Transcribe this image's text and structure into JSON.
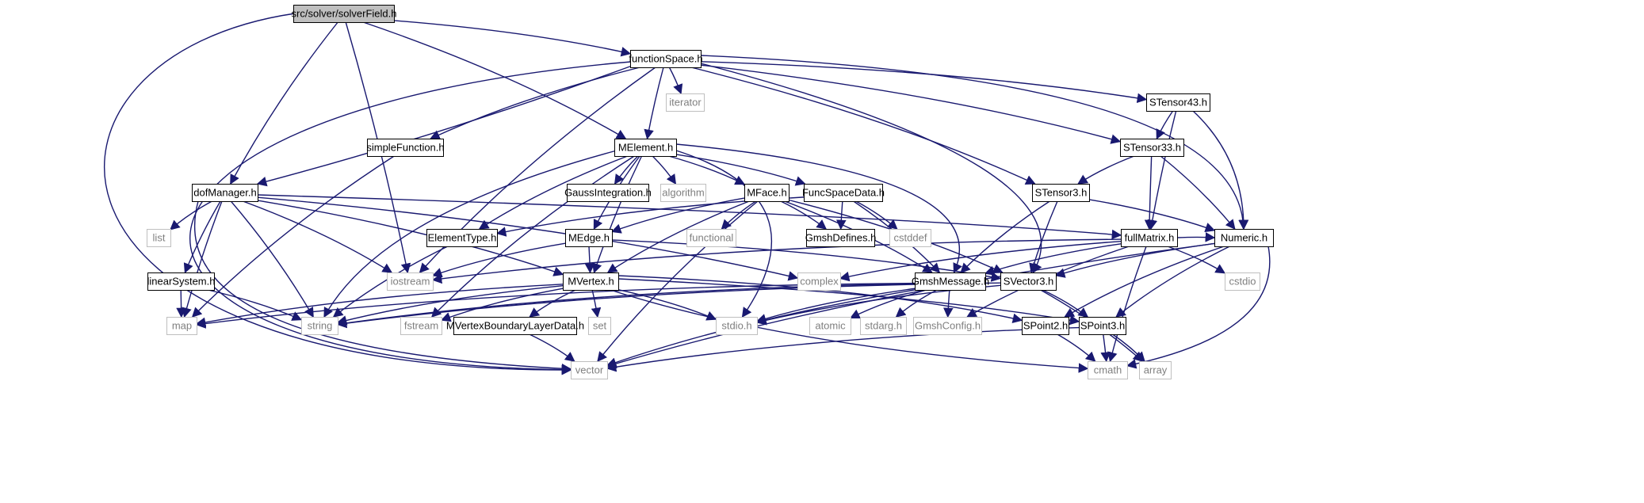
{
  "colors": {
    "edge": "#191970",
    "root_fill": "#bfbfbf",
    "header_fill": "#ffffff",
    "header_stroke": "#000000",
    "system_stroke": "#bfbfbf",
    "system_text": "#7f7f7f",
    "header_text": "#000000"
  },
  "nodes": [
    {
      "id": "solverfield",
      "label": "src/solver/solverField.h",
      "kind": "root"
    },
    {
      "id": "functionspace",
      "label": "functionSpace.h",
      "kind": "header"
    },
    {
      "id": "iterator",
      "label": "iterator",
      "kind": "system"
    },
    {
      "id": "stensor43",
      "label": "STensor43.h",
      "kind": "header"
    },
    {
      "id": "simplefunction",
      "label": "simpleFunction.h",
      "kind": "header"
    },
    {
      "id": "melement",
      "label": "MElement.h",
      "kind": "header"
    },
    {
      "id": "stensor33",
      "label": "STensor33.h",
      "kind": "header"
    },
    {
      "id": "dofmanager",
      "label": "dofManager.h",
      "kind": "header"
    },
    {
      "id": "gaussintegration",
      "label": "GaussIntegration.h",
      "kind": "header"
    },
    {
      "id": "algorithm",
      "label": "algorithm",
      "kind": "system"
    },
    {
      "id": "mface",
      "label": "MFace.h",
      "kind": "header"
    },
    {
      "id": "funcspacedata",
      "label": "FuncSpaceData.h",
      "kind": "header"
    },
    {
      "id": "stensor3",
      "label": "STensor3.h",
      "kind": "header"
    },
    {
      "id": "list",
      "label": "list",
      "kind": "system"
    },
    {
      "id": "elementtype",
      "label": "ElementType.h",
      "kind": "header"
    },
    {
      "id": "medge",
      "label": "MEdge.h",
      "kind": "header"
    },
    {
      "id": "functional",
      "label": "functional",
      "kind": "system"
    },
    {
      "id": "gmshdefines",
      "label": "GmshDefines.h",
      "kind": "header"
    },
    {
      "id": "cstddef",
      "label": "cstddef",
      "kind": "system"
    },
    {
      "id": "fullmatrix",
      "label": "fullMatrix.h",
      "kind": "header"
    },
    {
      "id": "numeric",
      "label": "Numeric.h",
      "kind": "header"
    },
    {
      "id": "linearsystem",
      "label": "linearSystem.h",
      "kind": "header"
    },
    {
      "id": "iostream",
      "label": "iostream",
      "kind": "system"
    },
    {
      "id": "complex",
      "label": "complex",
      "kind": "system"
    },
    {
      "id": "mvertex",
      "label": "MVertex.h",
      "kind": "header"
    },
    {
      "id": "gmshmessage",
      "label": "GmshMessage.h",
      "kind": "header"
    },
    {
      "id": "svector3",
      "label": "SVector3.h",
      "kind": "header"
    },
    {
      "id": "cstdio",
      "label": "cstdio",
      "kind": "system"
    },
    {
      "id": "map",
      "label": "map",
      "kind": "system"
    },
    {
      "id": "string",
      "label": "string",
      "kind": "system"
    },
    {
      "id": "fstream",
      "label": "fstream",
      "kind": "system"
    },
    {
      "id": "set",
      "label": "set",
      "kind": "system"
    },
    {
      "id": "mvertexboundary",
      "label": "MVertexBoundaryLayerData.h",
      "kind": "header"
    },
    {
      "id": "stdio",
      "label": "stdio.h",
      "kind": "system"
    },
    {
      "id": "atomic",
      "label": "atomic",
      "kind": "system"
    },
    {
      "id": "stdarg",
      "label": "stdarg.h",
      "kind": "system"
    },
    {
      "id": "gmshconfig",
      "label": "GmshConfig.h",
      "kind": "system"
    },
    {
      "id": "spoint2",
      "label": "SPoint2.h",
      "kind": "header"
    },
    {
      "id": "spoint3",
      "label": "SPoint3.h",
      "kind": "header"
    },
    {
      "id": "vector",
      "label": "vector",
      "kind": "system"
    },
    {
      "id": "cmath",
      "label": "cmath",
      "kind": "system"
    },
    {
      "id": "array",
      "label": "array",
      "kind": "system"
    }
  ],
  "edges": [
    [
      "solverfield",
      "functionspace"
    ],
    [
      "solverfield",
      "melement"
    ],
    [
      "solverfield",
      "dofmanager"
    ],
    [
      "solverfield",
      "iostream"
    ],
    [
      "solverfield",
      "vector"
    ],
    [
      "functionspace",
      "iterator"
    ],
    [
      "functionspace",
      "stensor43"
    ],
    [
      "functionspace",
      "stensor33"
    ],
    [
      "functionspace",
      "simplefunction"
    ],
    [
      "functionspace",
      "melement"
    ],
    [
      "functionspace",
      "dofmanager"
    ],
    [
      "functionspace",
      "stensor3"
    ],
    [
      "functionspace",
      "numeric"
    ],
    [
      "functionspace",
      "svector3"
    ],
    [
      "functionspace",
      "iostream"
    ],
    [
      "functionspace",
      "vector"
    ],
    [
      "stensor43",
      "stensor33"
    ],
    [
      "stensor43",
      "fullmatrix"
    ],
    [
      "stensor43",
      "numeric"
    ],
    [
      "stensor33",
      "stensor3"
    ],
    [
      "stensor33",
      "fullmatrix"
    ],
    [
      "stensor33",
      "numeric"
    ],
    [
      "stensor3",
      "svector3"
    ],
    [
      "stensor3",
      "numeric"
    ],
    [
      "stensor3",
      "gmshmessage"
    ],
    [
      "simplefunction",
      "map"
    ],
    [
      "melement",
      "gaussintegration"
    ],
    [
      "melement",
      "algorithm"
    ],
    [
      "melement",
      "mface"
    ],
    [
      "melement",
      "funcspacedata"
    ],
    [
      "melement",
      "elementtype"
    ],
    [
      "melement",
      "medge"
    ],
    [
      "melement",
      "mvertex"
    ],
    [
      "melement",
      "gmshmessage"
    ],
    [
      "melement",
      "stdio"
    ],
    [
      "melement",
      "string"
    ],
    [
      "melement",
      "fstream"
    ],
    [
      "dofmanager",
      "list"
    ],
    [
      "dofmanager",
      "linearsystem"
    ],
    [
      "dofmanager",
      "iostream"
    ],
    [
      "dofmanager",
      "complex"
    ],
    [
      "dofmanager",
      "fullmatrix"
    ],
    [
      "dofmanager",
      "mvertex"
    ],
    [
      "dofmanager",
      "map"
    ],
    [
      "dofmanager",
      "string"
    ],
    [
      "dofmanager",
      "vector"
    ],
    [
      "mface",
      "medge"
    ],
    [
      "mface",
      "functional"
    ],
    [
      "mface",
      "gmshdefines"
    ],
    [
      "mface",
      "mvertex"
    ],
    [
      "mface",
      "svector3"
    ],
    [
      "mface",
      "gmshmessage"
    ],
    [
      "mface",
      "vector"
    ],
    [
      "funcspacedata",
      "gmshdefines"
    ],
    [
      "funcspacedata",
      "cstddef"
    ],
    [
      "funcspacedata",
      "elementtype"
    ],
    [
      "funcspacedata",
      "gmshmessage"
    ],
    [
      "elementtype",
      "string"
    ],
    [
      "medge",
      "mvertex"
    ],
    [
      "medge",
      "svector3"
    ],
    [
      "medge",
      "iostream"
    ],
    [
      "fullmatrix",
      "numeric"
    ],
    [
      "fullmatrix",
      "gmshmessage"
    ],
    [
      "fullmatrix",
      "cstdio"
    ],
    [
      "fullmatrix",
      "complex"
    ],
    [
      "fullmatrix",
      "iostream"
    ],
    [
      "fullmatrix",
      "gmshconfig"
    ],
    [
      "fullmatrix",
      "cmath"
    ],
    [
      "numeric",
      "svector3"
    ],
    [
      "numeric",
      "spoint3"
    ],
    [
      "numeric",
      "spoint2"
    ],
    [
      "numeric",
      "cmath"
    ],
    [
      "numeric",
      "vector"
    ],
    [
      "linearsystem",
      "map"
    ],
    [
      "linearsystem",
      "string"
    ],
    [
      "mvertex",
      "map"
    ],
    [
      "mvertex",
      "fstream"
    ],
    [
      "mvertex",
      "set"
    ],
    [
      "mvertex",
      "mvertexboundary"
    ],
    [
      "mvertex",
      "stdio"
    ],
    [
      "mvertex",
      "spoint2"
    ],
    [
      "mvertex",
      "spoint3"
    ],
    [
      "mvertex",
      "cmath"
    ],
    [
      "mvertex",
      "string"
    ],
    [
      "gmshmessage",
      "string"
    ],
    [
      "gmshmessage",
      "stdio"
    ],
    [
      "gmshmessage",
      "atomic"
    ],
    [
      "gmshmessage",
      "stdarg"
    ],
    [
      "gmshmessage",
      "gmshconfig"
    ],
    [
      "gmshmessage",
      "vector"
    ],
    [
      "gmshmessage",
      "map"
    ],
    [
      "svector3",
      "spoint3"
    ],
    [
      "svector3",
      "string"
    ],
    [
      "svector3",
      "stdio"
    ],
    [
      "svector3",
      "array"
    ],
    [
      "mvertexboundary",
      "vector"
    ],
    [
      "spoint2",
      "cmath"
    ],
    [
      "spoint3",
      "cmath"
    ],
    [
      "spoint3",
      "array"
    ],
    [
      "spoint3",
      "vector"
    ]
  ]
}
